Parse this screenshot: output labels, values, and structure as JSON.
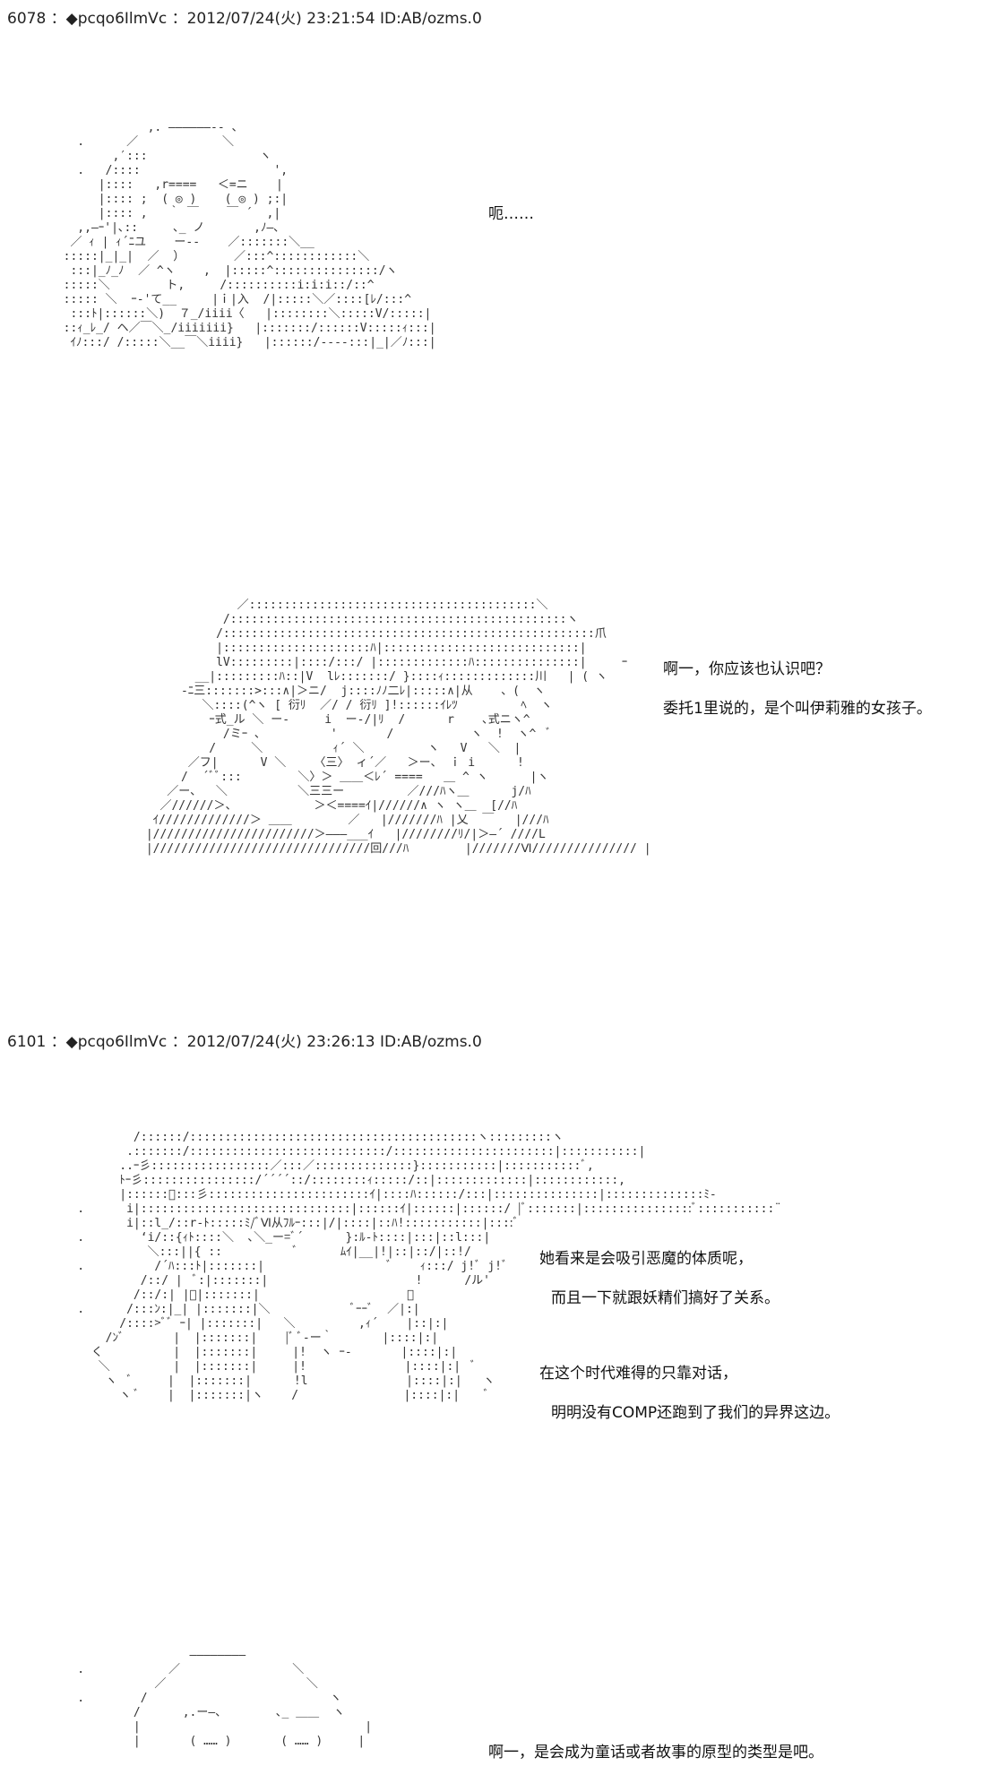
{
  "posts": [
    {
      "header": "6078 ：◆pcqo6IlmVc ：2012/07/24(火) 23:21:54 ID:AB/ozms.0",
      "lines": [
        "呃……"
      ]
    },
    {
      "lines": [
        "啊一，你应该也认识吧？",
        "委托1里说的，是个叫伊莉雅的女孩子。"
      ]
    },
    {
      "header": "6101 ：◆pcqo6IlmVc ：2012/07/24(火) 23:26:13 ID:AB/ozms.0",
      "lines": [
        "她看来是会吸引恶魔的体质呢，",
        "而且一下就跟妖精们搞好了关系。",
        "在这个时代难得的只靠对话，",
        "明明没有COMP还跑到了我们的异界这边。"
      ]
    },
    {
      "lines": [
        "啊一，是会成为童话或者故事的原型的类型是吧。"
      ]
    }
  ]
}
